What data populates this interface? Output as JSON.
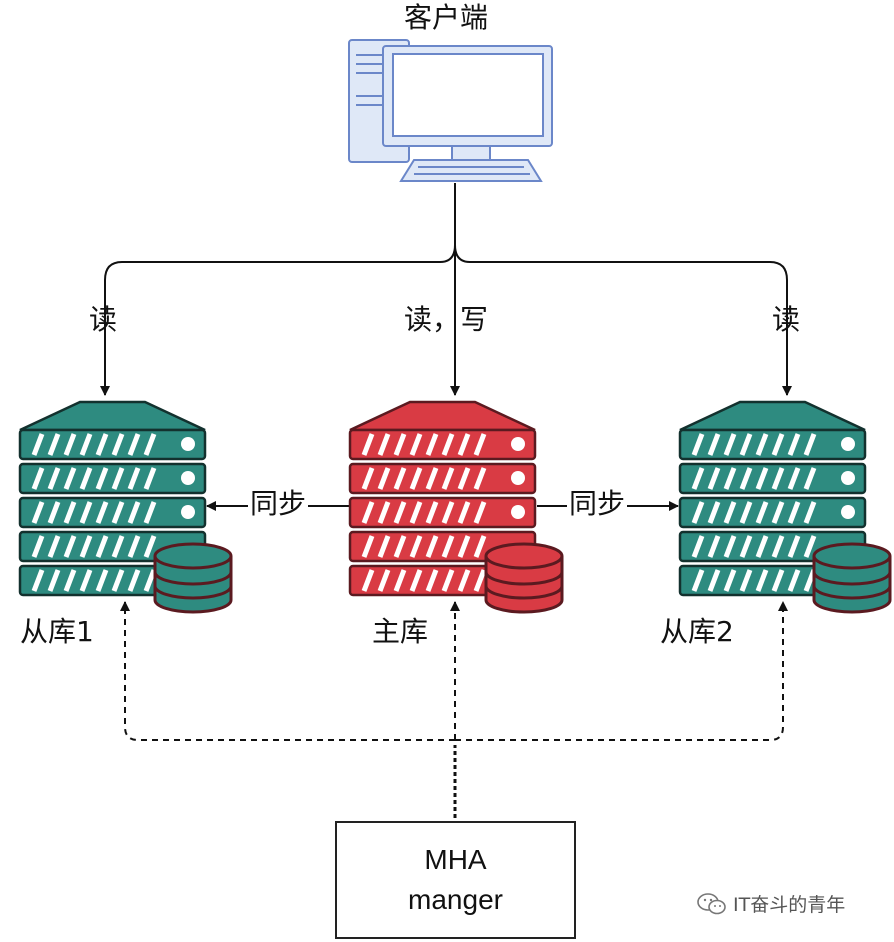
{
  "client": {
    "label": "客户端",
    "icon": "desktop-computer-icon"
  },
  "edges": {
    "left_read": "读",
    "center_read_write": "读，写",
    "right_read": "读",
    "sync_left": "同步",
    "sync_right": "同步"
  },
  "servers": {
    "slave1": {
      "label": "从库1",
      "color": "#2e8b80",
      "icon": "server-rack-icon"
    },
    "master": {
      "label": "主库",
      "color": "#d93b44",
      "icon": "server-rack-icon"
    },
    "slave2": {
      "label": "从库2",
      "color": "#2e8b80",
      "icon": "server-rack-icon"
    }
  },
  "mha": {
    "line1": "MHA",
    "line2": "manger"
  },
  "watermark": {
    "text": "IT奋斗的青年",
    "icon": "wechat-icon"
  },
  "colors": {
    "slave": "#2e8b80",
    "master": "#d93b44",
    "outline": "#5b1a20",
    "monitor_stroke": "#6b87c9",
    "monitor_fill": "#dfe8f7"
  }
}
